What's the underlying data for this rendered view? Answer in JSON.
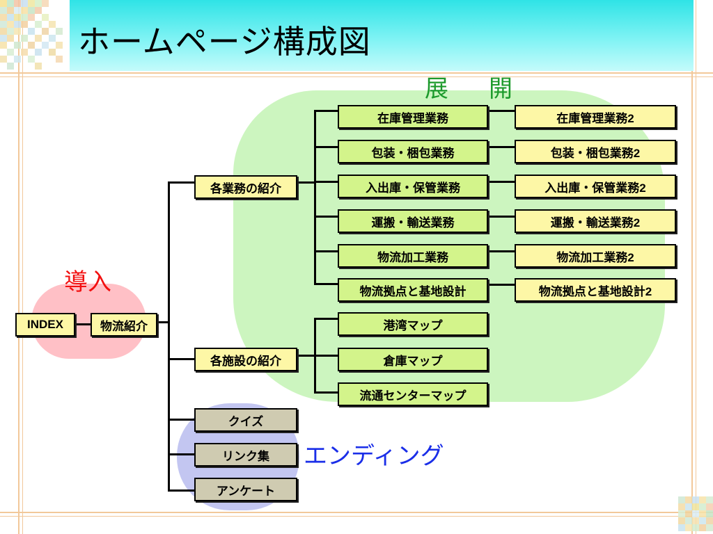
{
  "title": "ホームページ構成図",
  "zones": {
    "expansion": "展　開",
    "intro": "導入",
    "ending": "エンディング"
  },
  "nodes": {
    "index": "INDEX",
    "logistics_intro": "物流紹介",
    "business_intro": "各業務の紹介",
    "facility_intro": "各施設の紹介",
    "quiz": "クイズ",
    "links": "リンク集",
    "survey": "アンケート",
    "business": [
      {
        "label": "在庫管理業務",
        "sub": "在庫管理業務2"
      },
      {
        "label": "包装・梱包業務",
        "sub": "包装・梱包業務2"
      },
      {
        "label": "入出庫・保管業務",
        "sub": "入出庫・保管業務2"
      },
      {
        "label": "運搬・輸送業務",
        "sub": "運搬・輸送業務2"
      },
      {
        "label": "物流加工業務",
        "sub": "物流加工業務2"
      },
      {
        "label": "物流拠点と基地設計",
        "sub": "物流拠点と基地設計2"
      }
    ],
    "facilities": [
      "港湾マップ",
      "倉庫マップ",
      "流通センターマップ"
    ]
  },
  "colors": {
    "title_bar": "#2fe3e6",
    "expansion_zone": "#ccf5bf",
    "intro_zone": "#ffc0c6",
    "ending_zone": "#c3c6f1",
    "expansion_label": "#1c9a2b",
    "intro_label": "#f21010",
    "ending_label": "#1a2ee8",
    "green_box": "#d3f48b",
    "yellow_box": "#fdf7a6",
    "khaki_box": "#cfcbb1"
  }
}
